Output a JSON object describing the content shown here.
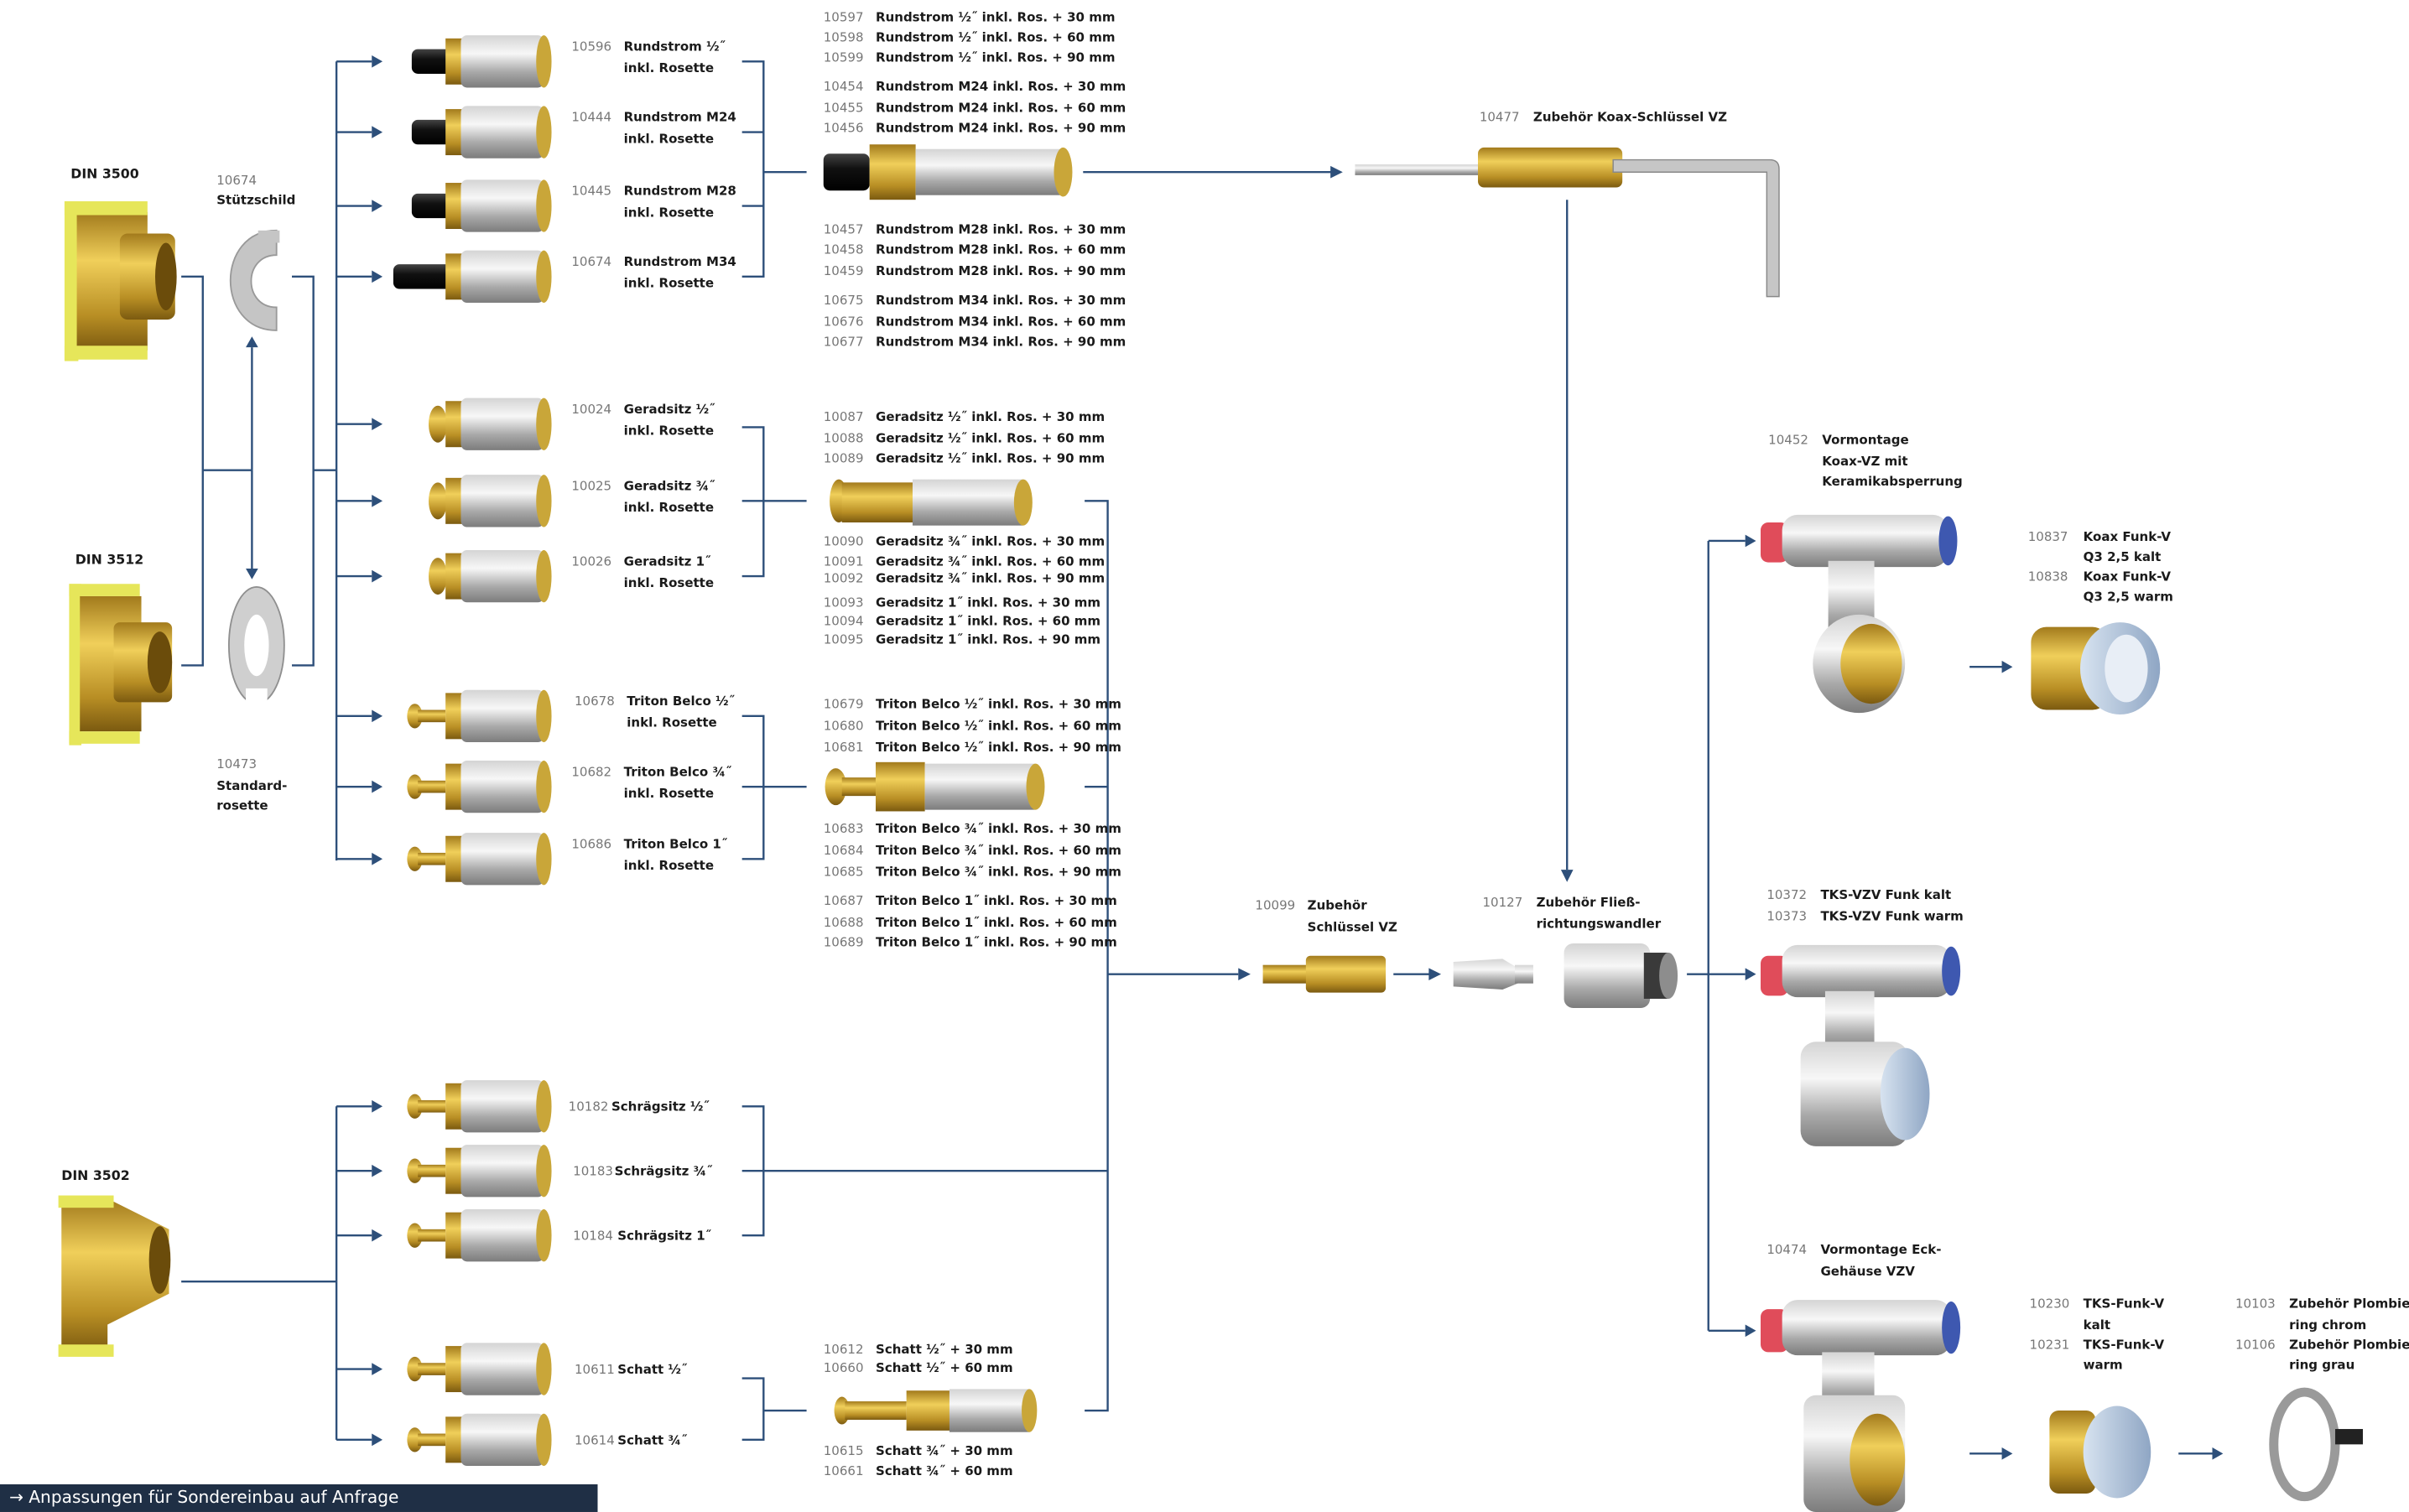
{
  "din": {
    "d3500": "DIN 3500",
    "d3512": "DIN 3512",
    "d3502": "DIN 3502"
  },
  "stuetz": {
    "code": "10674",
    "label": "Stützschild"
  },
  "standard": {
    "code": "10473",
    "l1": "Standard-",
    "l2": "rosette"
  },
  "row_items": [
    {
      "code": "10596",
      "l1": "Rundstrom ½˝",
      "l2": "inkl. Rosette"
    },
    {
      "code": "10444",
      "l1": "Rundstrom M24",
      "l2": "inkl. Rosette"
    },
    {
      "code": "10445",
      "l1": "Rundstrom M28",
      "l2": "inkl. Rosette"
    },
    {
      "code": "10674",
      "l1": "Rundstrom M34",
      "l2": "inkl. Rosette"
    },
    {
      "code": "10024",
      "l1": "Geradsitz ½˝",
      "l2": "inkl. Rosette"
    },
    {
      "code": "10025",
      "l1": "Geradsitz ¾˝",
      "l2": "inkl. Rosette"
    },
    {
      "code": "10026",
      "l1": "Geradsitz 1˝",
      "l2": "inkl. Rosette"
    },
    {
      "code": "10678",
      "l1": "Triton Belco ½˝",
      "l2": "inkl. Rosette"
    },
    {
      "code": "10682",
      "l1": "Triton Belco ¾˝",
      "l2": "inkl. Rosette"
    },
    {
      "code": "10686",
      "l1": "Triton Belco 1˝",
      "l2": "inkl. Rosette"
    },
    {
      "code": "10182",
      "l1": "Schrägsitz ½˝",
      "l2": ""
    },
    {
      "code": "10183",
      "l1": "Schrägsitz ¾˝",
      "l2": ""
    },
    {
      "code": "10184",
      "l1": "Schrägsitz 1˝",
      "l2": ""
    },
    {
      "code": "10611",
      "l1": "Schatt ½˝",
      "l2": ""
    },
    {
      "code": "10614",
      "l1": "Schatt ¾˝",
      "l2": ""
    }
  ],
  "ext_items": [
    {
      "code": "10597",
      "label": "Rundstrom ½˝ inkl. Ros. + 30 mm"
    },
    {
      "code": "10598",
      "label": "Rundstrom ½˝ inkl. Ros. + 60 mm"
    },
    {
      "code": "10599",
      "label": "Rundstrom ½˝ inkl. Ros. + 90 mm"
    },
    {
      "code": "10454",
      "label": "Rundstrom M24 inkl. Ros. + 30 mm"
    },
    {
      "code": "10455",
      "label": "Rundstrom M24 inkl. Ros. + 60 mm"
    },
    {
      "code": "10456",
      "label": "Rundstrom M24 inkl. Ros. + 90 mm"
    },
    {
      "code": "10457",
      "label": "Rundstrom M28 inkl. Ros. + 30 mm"
    },
    {
      "code": "10458",
      "label": "Rundstrom M28 inkl. Ros. + 60 mm"
    },
    {
      "code": "10459",
      "label": "Rundstrom M28 inkl. Ros. + 90 mm"
    },
    {
      "code": "10675",
      "label": "Rundstrom M34 inkl. Ros. + 30 mm"
    },
    {
      "code": "10676",
      "label": "Rundstrom M34 inkl. Ros. + 60 mm"
    },
    {
      "code": "10677",
      "label": "Rundstrom M34 inkl. Ros. + 90 mm"
    },
    {
      "code": "10087",
      "label": "Geradsitz ½˝ inkl. Ros. + 30 mm"
    },
    {
      "code": "10088",
      "label": "Geradsitz ½˝ inkl. Ros. + 60 mm"
    },
    {
      "code": "10089",
      "label": "Geradsitz ½˝ inkl. Ros. + 90 mm"
    },
    {
      "code": "10090",
      "label": "Geradsitz ¾˝ inkl. Ros. + 30 mm"
    },
    {
      "code": "10091",
      "label": "Geradsitz ¾˝ inkl. Ros. + 60 mm"
    },
    {
      "code": "10092",
      "label": "Geradsitz ¾˝ inkl. Ros. + 90 mm"
    },
    {
      "code": "10093",
      "label": "Geradsitz 1˝ inkl. Ros. + 30 mm"
    },
    {
      "code": "10094",
      "label": "Geradsitz 1˝ inkl. Ros. + 60 mm"
    },
    {
      "code": "10095",
      "label": "Geradsitz 1˝ inkl. Ros. + 90 mm"
    },
    {
      "code": "10679",
      "label": "Triton Belco ½˝ inkl. Ros. + 30 mm"
    },
    {
      "code": "10680",
      "label": "Triton Belco ½˝ inkl. Ros. + 60 mm"
    },
    {
      "code": "10681",
      "label": "Triton Belco ½˝ inkl. Ros. + 90 mm"
    },
    {
      "code": "10683",
      "label": "Triton Belco ¾˝ inkl. Ros. + 30 mm"
    },
    {
      "code": "10684",
      "label": "Triton Belco ¾˝ inkl. Ros. + 60 mm"
    },
    {
      "code": "10685",
      "label": "Triton Belco ¾˝ inkl. Ros. + 90 mm"
    },
    {
      "code": "10687",
      "label": "Triton Belco 1˝ inkl. Ros. + 30 mm"
    },
    {
      "code": "10688",
      "label": "Triton Belco 1˝ inkl. Ros. + 60 mm"
    },
    {
      "code": "10689",
      "label": "Triton Belco 1˝ inkl. Ros. + 90 mm"
    },
    {
      "code": "10612",
      "label": "Schatt ½˝ + 30 mm"
    },
    {
      "code": "10660",
      "label": "Schatt ½˝ + 60 mm"
    },
    {
      "code": "10615",
      "label": "Schatt ¾˝ + 30 mm"
    },
    {
      "code": "10661",
      "label": "Schatt ¾˝ + 60 mm"
    }
  ],
  "koax_key": {
    "code": "10477",
    "label": "Zubehör Koax-Schlüssel VZ"
  },
  "key_vz": {
    "code": "10099",
    "l1": "Zubehör",
    "l2": "Schlüssel VZ"
  },
  "flow": {
    "code": "10127",
    "l1": "Zubehör Fließ-",
    "l2": "richtungswandler"
  },
  "vormontage1": {
    "code": "10452",
    "l1": "Vormontage",
    "l2": "Koax-VZ mit",
    "l3": "Keramikabsperrung"
  },
  "koax_funk": {
    "c1": "10837",
    "t1": "Koax Funk-V",
    "s1": "Q3 2,5 kalt",
    "c2": "10838",
    "t2": "Koax Funk-V",
    "s2": "Q3 2,5 warm"
  },
  "tks_vzv": {
    "c1": "10372",
    "t1": "TKS-VZV Funk kalt",
    "c2": "10373",
    "t2": "TKS-VZV Funk warm"
  },
  "vormontage2": {
    "code": "10474",
    "l1": "Vormontage Eck-",
    "l2": "Gehäuse VZV"
  },
  "tks_funk": {
    "c1": "10230",
    "t1a": "TKS-Funk-V",
    "t1b": "kalt",
    "c2": "10231",
    "t2a": "TKS-Funk-V",
    "t2b": "warm"
  },
  "plombier": {
    "c1": "10103",
    "t1a": "Zubehör Plombier-",
    "t1b": "ring chrom",
    "c2": "10106",
    "t2a": "Zubehör Plombier-",
    "t2b": "ring grau"
  },
  "banner": "→ Anpassungen für Sondereinbau auf Anfrage"
}
